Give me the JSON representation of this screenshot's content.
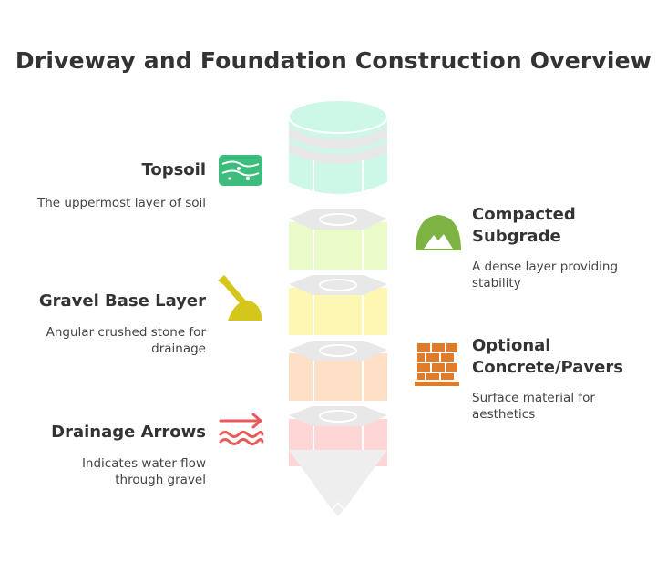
{
  "title": "Driveway and Foundation Construction Overview",
  "layers": [
    {
      "name": "Topsoil",
      "description": "The uppermost layer of soil",
      "side": "left",
      "color": "#cdf7e6",
      "icon": "soil-layers-icon",
      "icon_color": "#3dbd7d"
    },
    {
      "name": "Compacted Subgrade",
      "description": "A dense layer providing stability",
      "side": "right",
      "color": "#e9fbc8",
      "icon": "mountain-icon",
      "icon_color": "#7cb342"
    },
    {
      "name": "Gravel Base Layer",
      "description": "Angular crushed stone for drainage",
      "side": "left",
      "color": "#fef7b3",
      "icon": "shovel-icon",
      "icon_color": "#d4c61a"
    },
    {
      "name": "Optional Concrete/Pavers",
      "description": "Surface material for aesthetics",
      "side": "right",
      "color": "#fde0c5",
      "icon": "brick-wall-icon",
      "icon_color": "#e07b2a"
    },
    {
      "name": "Drainage Arrows",
      "description": "Indicates water flow through gravel",
      "side": "left",
      "color": "#ffd6d6",
      "icon": "water-flow-icon",
      "icon_color": "#e85a5a"
    }
  ]
}
